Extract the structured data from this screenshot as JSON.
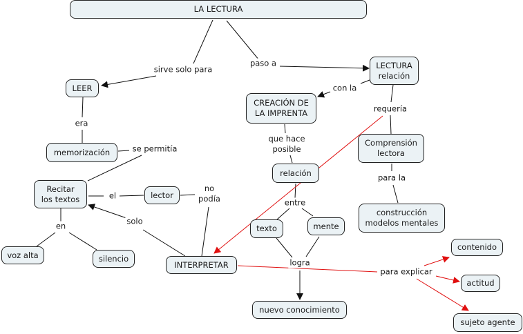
{
  "title": "LA LECTURA",
  "concepts": {
    "la_lectura": "LA LECTURA",
    "leer": "LEER",
    "lectura_relacion": "LECTURA\nrelación",
    "creacion_imprenta": "CREACIÓN DE\nLA IMPRENTA",
    "comprension_lectora": "Comprensión\nlectora",
    "memorizacion": "memorización",
    "relacion": "relación",
    "recitar_textos": "Recitar\nlos textos",
    "lector": "lector",
    "construccion_modelos": "construcción\nmodelos mentales",
    "texto": "texto",
    "mente": "mente",
    "voz_alta": "voz alta",
    "silencio": "silencio",
    "interpretar": "INTERPRETAR",
    "contenido": "contenido",
    "actitud": "actitud",
    "nuevo_conocimiento": "nuevo conocimiento",
    "sujeto_agente": "sujeto agente"
  },
  "linking_phrases": {
    "sirve_solo_para": "sirve solo para",
    "paso_a": "paso a",
    "con_la": "con la",
    "requeria": "requería",
    "era": "era",
    "que_hace_posible": "que hace\nposible",
    "se_permitia": "se permitía",
    "para_la": "para la",
    "el": "el",
    "no_podia": "no\npodía",
    "entre": "entre",
    "en": "en",
    "solo": "solo",
    "logra": "logra",
    "para_explicar": "para explicar"
  },
  "colors": {
    "node_fill": "#ebf2f5",
    "node_border": "#222222",
    "link_black": "#111111",
    "link_red": "#e01010"
  }
}
